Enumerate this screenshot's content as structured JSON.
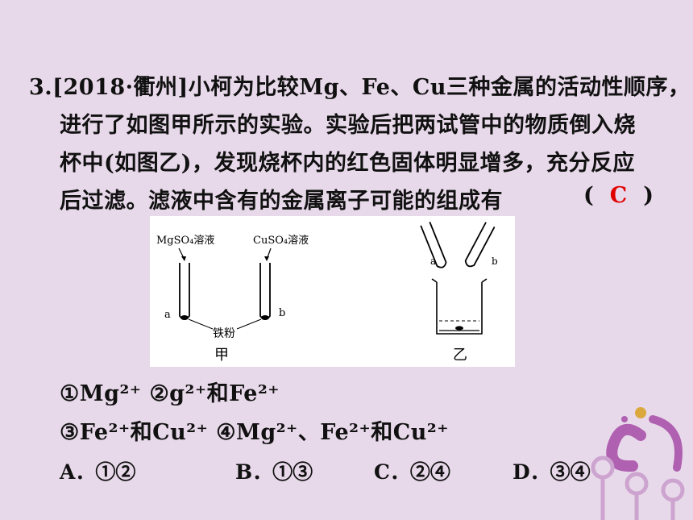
{
  "question": {
    "line1": "3.[2018·衢州]小柯为比较Mg、Fe、Cu三种金属的活动性顺序，",
    "line2": "进行了如图甲所示的实验。实验后把两试管中的物质倒入烧",
    "line3": "杯中(如图乙)，发现烧杯内的红色固体明显增多，充分反应",
    "line4": "后过滤。滤液中含有的金属离子可能的组成有",
    "paren_open": "(",
    "answer": "C",
    "paren_close": ")"
  },
  "figure": {
    "label_mgso4": "MgSO₄溶液",
    "label_cuso4": "CuSO₄溶液",
    "label_a": "a",
    "label_b": "b",
    "label_iron": "铁粉",
    "label_jia": "甲",
    "label_yi": "乙",
    "label_a2": "a",
    "label_b2": "b"
  },
  "options": {
    "opt1": "①Mg²⁺ ②g²⁺和Fe²⁺",
    "opt2": "③Fe²⁺和Cu²⁺ ④Mg²⁺、Fe²⁺和Cu²⁺"
  },
  "choices": {
    "A": "A．①②",
    "B": "B．①③",
    "C": "C．②④",
    "D": "D．③④"
  },
  "colors": {
    "background": "#e8d9ea",
    "answer": "#e00000",
    "deco_purple": "#a64ca6"
  }
}
